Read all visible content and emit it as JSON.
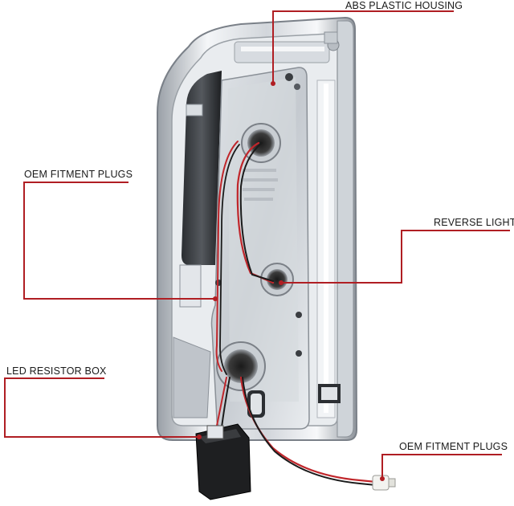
{
  "callouts": {
    "abs_housing": "ABS PLASTIC HOUSING",
    "oem_plugs_top": "OEM FITMENT PLUGS",
    "reverse_light": "REVERSE LIGHT",
    "led_resistor": "LED RESISTOR BOX",
    "oem_plugs_bottom": "OEM FITMENT PLUGS"
  },
  "colors": {
    "leader_line": "#b01e23",
    "chrome_light": "#eef1f4",
    "chrome_dark": "#6e737a",
    "label_text": "#1a1a1a"
  }
}
